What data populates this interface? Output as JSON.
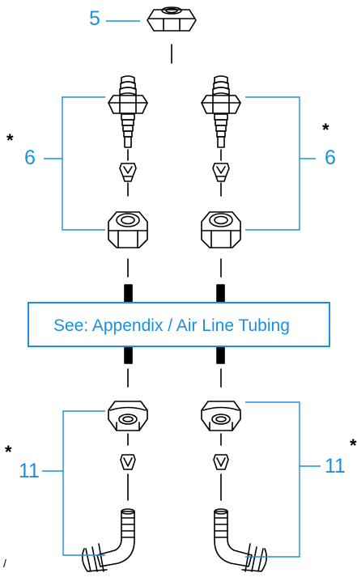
{
  "labels": {
    "part_5": "5",
    "part_6_left": "6",
    "part_6_right": "6",
    "part_11_left": "11",
    "part_11_right": "11"
  },
  "asterisks": {
    "left_6": "*",
    "right_6": "*",
    "left_11": "*",
    "right_11": "*"
  },
  "callout": {
    "text": "See: Appendix / Air Line Tubing"
  },
  "edge_mark": "/",
  "colors": {
    "label_blue": "#1a8fe3",
    "line_black": "#000000"
  }
}
